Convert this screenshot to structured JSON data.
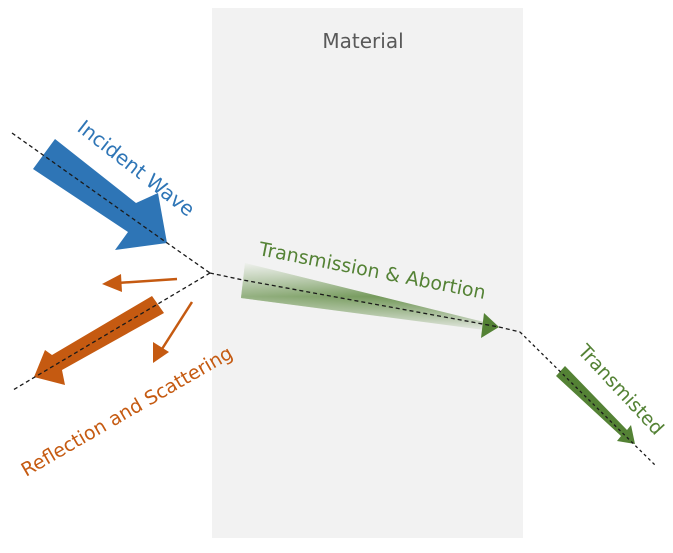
{
  "title": "Material",
  "labels": {
    "incident": "Incident Wave",
    "reflection": "Reflection and Scattering",
    "transmission": "Transmission & Abortion",
    "transmitted": "Transmisted"
  },
  "colors": {
    "material_fill": "#F2F2F2",
    "material_text": "#595959",
    "incident": "#2E75B6",
    "reflection": "#C55A11",
    "transmission": "#548235",
    "path_line": "#1a1a1a"
  }
}
